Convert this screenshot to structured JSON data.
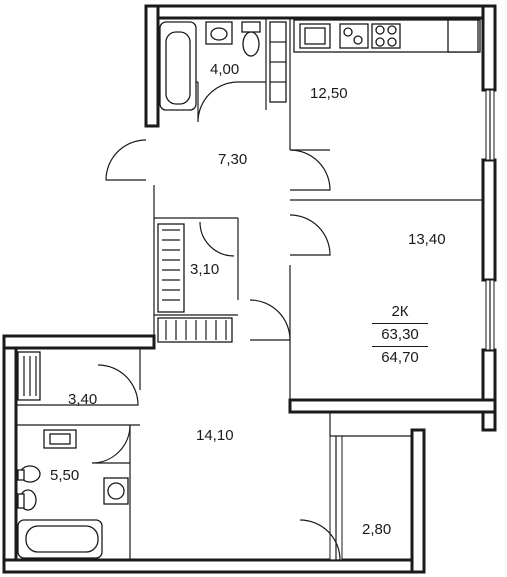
{
  "rooms": [
    {
      "id": "bathroom-top",
      "area": "4,00"
    },
    {
      "id": "kitchen",
      "area": "12,50"
    },
    {
      "id": "hall",
      "area": "7,30"
    },
    {
      "id": "bedroom",
      "area": "13,40"
    },
    {
      "id": "closet",
      "area": "3,10"
    },
    {
      "id": "corridor",
      "area": "3,40"
    },
    {
      "id": "living-room",
      "area": "14,10"
    },
    {
      "id": "bathroom-bottom",
      "area": "5,50"
    },
    {
      "id": "balcony",
      "area": "2,80"
    }
  ],
  "summary": {
    "type": "2К",
    "living_area": "63,30",
    "total_area": "64,70"
  }
}
